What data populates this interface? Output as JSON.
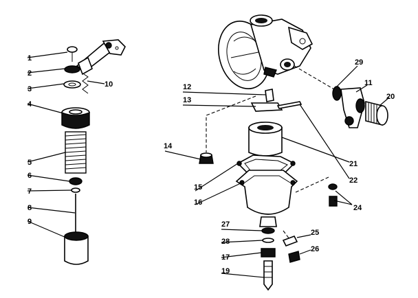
{
  "labels": {
    "p1": "1",
    "p2": "2",
    "p3": "3",
    "p4": "4",
    "p5": "5",
    "p6": "6",
    "p7": "7",
    "p8": "8",
    "p9": "9",
    "p10": "10",
    "p11": "11",
    "p12": "12",
    "p13": "13",
    "p14": "14",
    "p15": "15",
    "p16": "16",
    "p17": "17",
    "p19": "19",
    "p20": "20",
    "p21": "21",
    "p22": "22",
    "p24": "24",
    "p25": "25",
    "p26": "26",
    "p27": "27",
    "p28": "28",
    "p29": "29"
  }
}
